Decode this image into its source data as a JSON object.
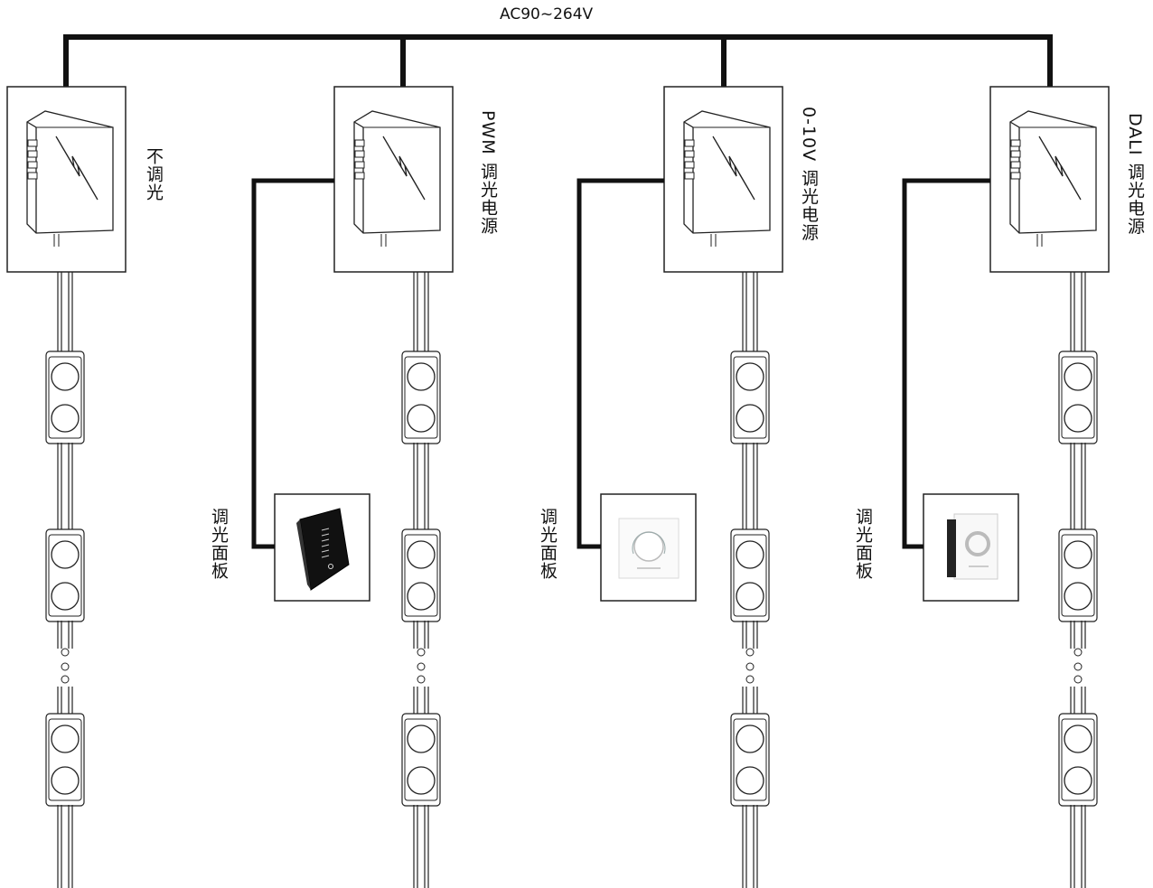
{
  "supply_label": "AC90~264V",
  "columns": [
    {
      "id": "non-dim",
      "type_prefix": "",
      "type_text": "不调光",
      "has_panel": false
    },
    {
      "id": "pwm",
      "type_prefix": "PWM",
      "type_text": "调光电源",
      "has_panel": true,
      "panel_label": "调光面板",
      "panel_style": "black-touch"
    },
    {
      "id": "0-10v",
      "type_prefix": "0-10V",
      "type_text": "调光电源",
      "has_panel": true,
      "panel_label": "调光面板",
      "panel_style": "knob"
    },
    {
      "id": "dali",
      "type_prefix": "DALI",
      "type_text": "调光电源",
      "has_panel": true,
      "panel_label": "调光面板",
      "panel_style": "touch-ring"
    }
  ],
  "colors": {
    "line": "#111111",
    "box_border": "#222222",
    "panel_black": "#111111"
  }
}
